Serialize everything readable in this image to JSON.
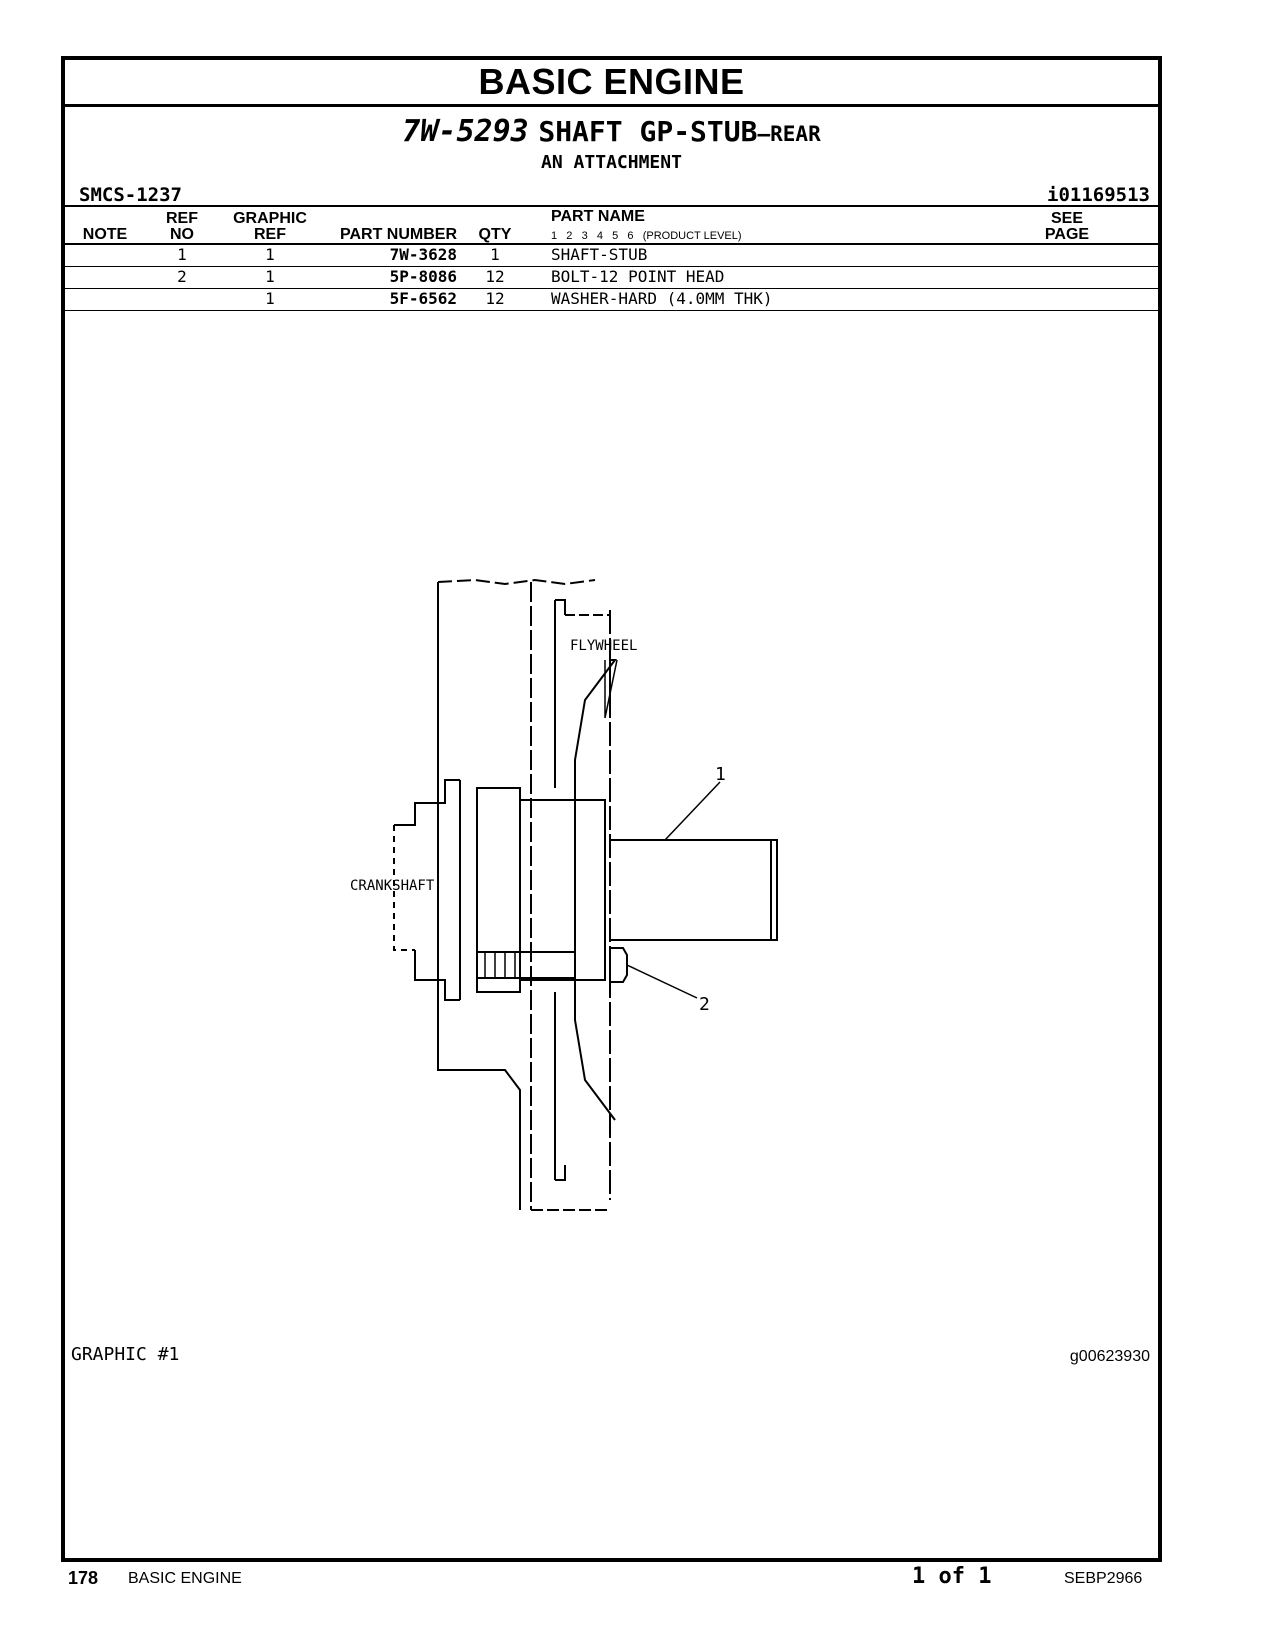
{
  "header": {
    "section_title": "BASIC ENGINE",
    "group_part_number": "7W-5293",
    "group_name": "SHAFT GP-STUB",
    "group_suffix": "–REAR",
    "attachment": "AN ATTACHMENT",
    "smcs": "SMCS-1237",
    "ident": "i01169513"
  },
  "table": {
    "columns": {
      "note": "NOTE",
      "ref_no_1": "REF",
      "ref_no_2": "NO",
      "graphic_ref_1": "GRAPHIC",
      "graphic_ref_2": "REF",
      "part_number": "PART NUMBER",
      "qty": "QTY",
      "part_name": "PART NAME",
      "product_levels": "1   2   3   4   5   6   (PRODUCT LEVEL)",
      "see_page_1": "SEE",
      "see_page_2": "PAGE"
    },
    "rows": [
      {
        "note": "",
        "ref_no": "1",
        "graphic_ref": "1",
        "part_number": "7W-3628",
        "qty": "1",
        "part_name": "SHAFT-STUB"
      },
      {
        "note": "",
        "ref_no": "2",
        "graphic_ref": "1",
        "part_number": "5P-8086",
        "qty": "12",
        "part_name": "BOLT-12 POINT HEAD"
      },
      {
        "note": "",
        "ref_no": "",
        "graphic_ref": "1",
        "part_number": "5F-6562",
        "qty": "12",
        "part_name": "WASHER-HARD (4.0MM THK)"
      }
    ]
  },
  "diagram": {
    "label_flywheel": "FLYWHEEL",
    "label_crankshaft": "CRANKSHAFT",
    "callout_1": "1",
    "callout_2": "2",
    "graphic_label": "GRAPHIC #1",
    "graphic_id": "g00623930"
  },
  "footer": {
    "page_number": "178",
    "section": "BASIC ENGINE",
    "page_of": "1 of 1",
    "doc_id": "SEBP2966"
  }
}
